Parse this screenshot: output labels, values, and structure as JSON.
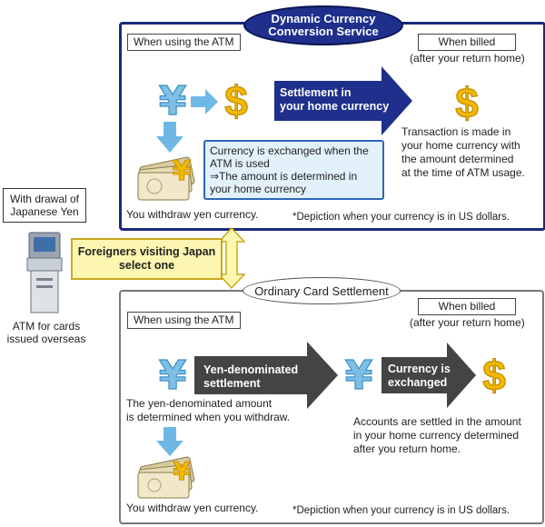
{
  "dcc": {
    "title": "Dynamic Currency Conversion Service",
    "when_using": "When using the ATM",
    "when_billed": "When billed",
    "after_return": "(after your return home)",
    "arrow_label_1": "Settlement in",
    "arrow_label_2": "your home currency",
    "info_1": "Currency is exchanged when the",
    "info_2": "ATM is used",
    "info_3": "⇒The amount is determined in",
    "info_4": "your home currency",
    "transaction_1": "Transaction is made in",
    "transaction_2": "your home currency with",
    "transaction_3": "the amount determined",
    "transaction_4": "at the time of ATM usage.",
    "withdraw": "You withdraw yen currency.",
    "depiction": "*Depiction when your currency is in US dollars."
  },
  "center": {
    "withdrawal_1": "With drawal of",
    "withdrawal_2": "Japanese Yen",
    "select_1": "Foreigners visiting Japan",
    "select_2": "select one",
    "atm_1": "ATM for cards",
    "atm_2": "issued overseas"
  },
  "ordinary": {
    "title": "Ordinary Card Settlement",
    "when_using": "When using the ATM",
    "when_billed": "When billed",
    "after_return": "(after your return home)",
    "arrow1_1": "Yen-denominated",
    "arrow1_2": "settlement",
    "arrow2_1": "Currency is",
    "arrow2_2": "exchanged",
    "determined_1": "The yen-denominated amount",
    "determined_2": "is determined when you withdraw.",
    "accounts_1": "Accounts are settled in the amount",
    "accounts_2": "in your home currency determined",
    "accounts_3": "after you return home.",
    "withdraw": "You withdraw yen currency.",
    "depiction": "*Depiction when your currency is in US dollars."
  },
  "icons": {
    "yen": "¥",
    "dollar": "$"
  },
  "colors": {
    "dcc_border": "#1a2a7a",
    "dcc_arrow": "#1e2f8c",
    "ordinary_arrow": "#444444",
    "info_box_bg": "#e3f1fb",
    "select_box_bg": "#fdf6b0",
    "yen_icon": "#7fbfe6",
    "dollar_icon": "#f2b800"
  }
}
